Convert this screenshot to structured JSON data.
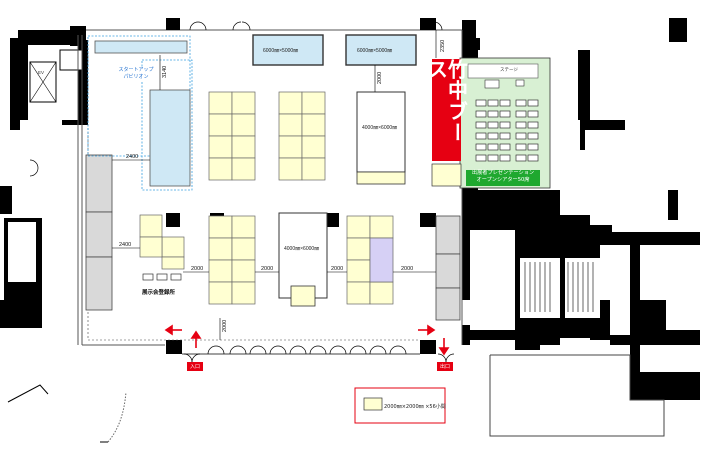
{
  "plan": {
    "booth_name": "竹中ブース",
    "presentation_theater": {
      "line1": "出展者プレゼンテーション",
      "line2": "オープンシアター50席"
    },
    "stage": "ステージ",
    "startup_pavilion": {
      "line1": "スタートアップ",
      "line2": "パビリオン"
    },
    "exhibit_office": "展示会登録所",
    "elevator": "EV",
    "booth_sizes": {
      "top_left": "6000㎜×5000㎜",
      "top_right": "6000㎜×5000㎜",
      "mid_upper": "4000㎜×6000㎜",
      "mid_lower": "4000㎜×6000㎜"
    },
    "dimensions": {
      "d2400_a": "2400",
      "d2400_b": "2400",
      "d3140": "3140",
      "d2000_top": "2000",
      "d2350": "2350",
      "d2000_1": "2000",
      "d2000_2": "2000",
      "d2000_3": "2000",
      "d2000_4": "2000",
      "d2000_5": "2000"
    },
    "entrance_left": "入口",
    "entrance_right": "出口",
    "legend": "2000㎜×2000㎜ ×56小間"
  },
  "colors": {
    "wall": "#000000",
    "corridor": "#d9d9d9",
    "small_booth": "#ffffd2",
    "large_booth_blue": "#cfe8f5",
    "theater": "#d8f0d3",
    "takenaka": "#e60012",
    "banner": "#1fa82f",
    "purple": "#d6d0f5",
    "arrow": "#e60012"
  }
}
